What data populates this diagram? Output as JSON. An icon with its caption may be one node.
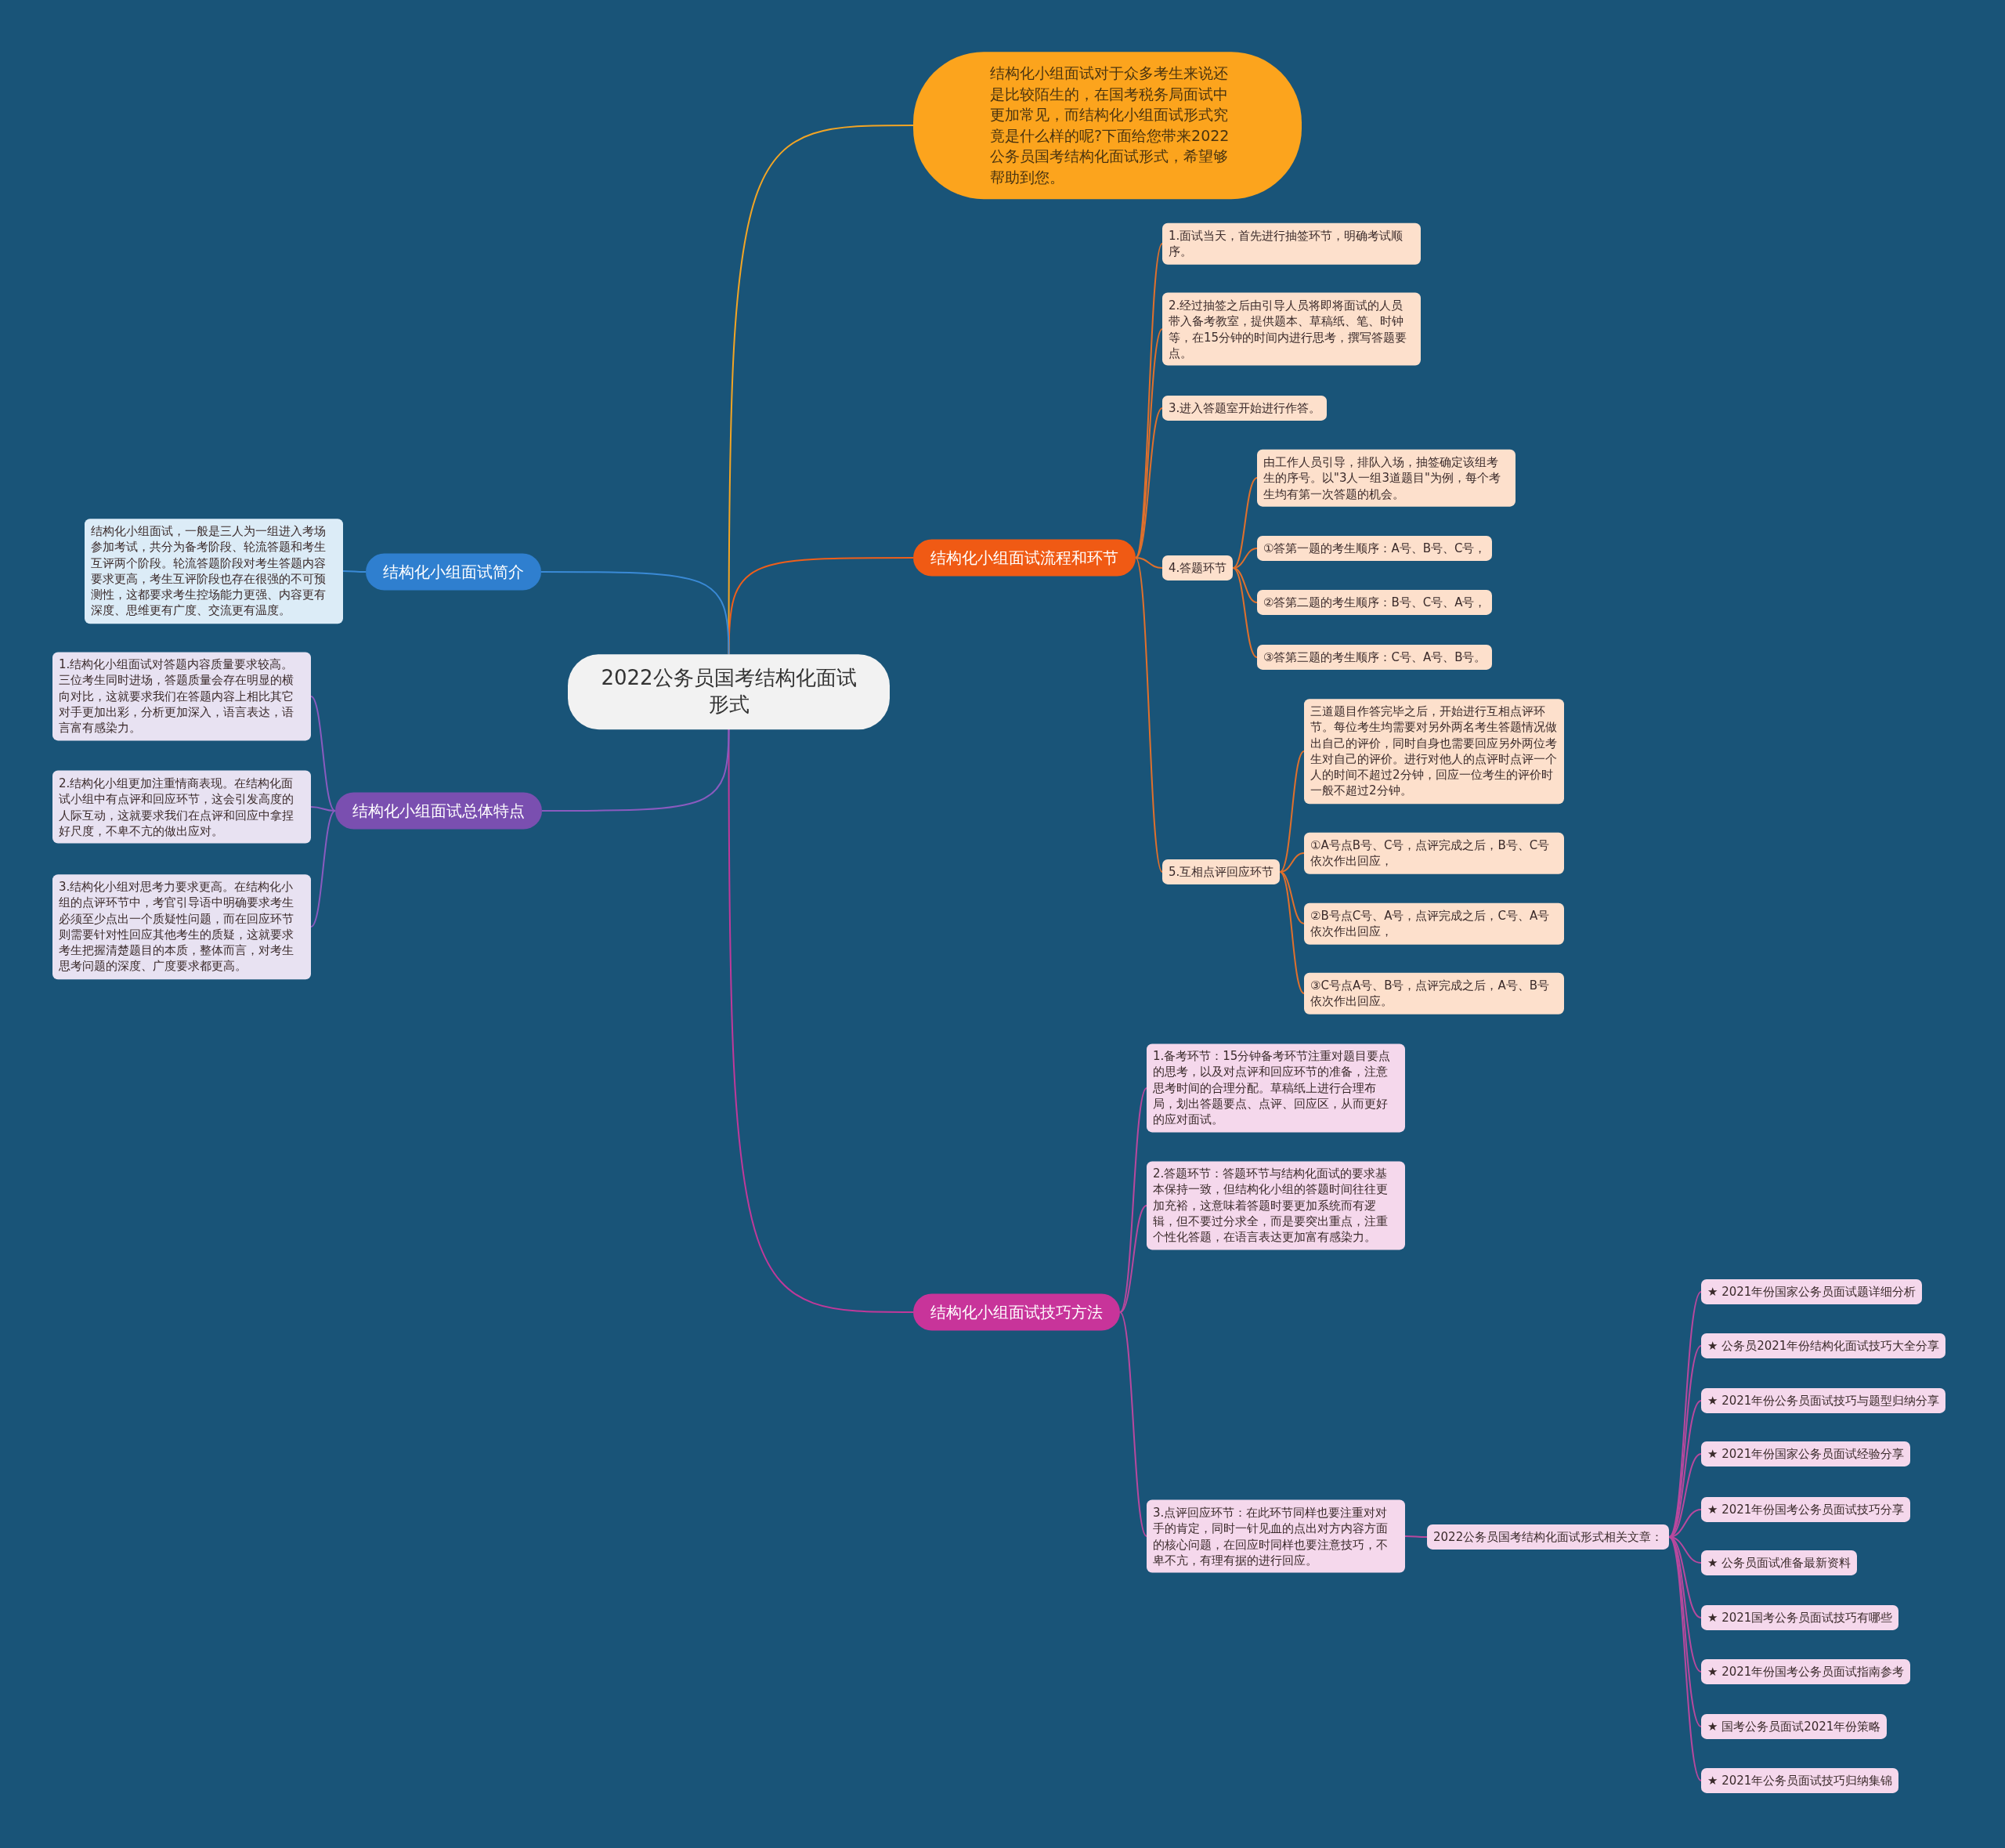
{
  "diagram": {
    "nodes": [
      {
        "text": [
          "2022公务员国考结构化面试形式"
        ]
      },
      {
        "text": [
          "结构化小组面试对于众多考生来说还是比较陌生的，在国考税务局面试中更加常见，而结构化小组面试形式究竟是什么样的呢?下面给您带来2022公务员国考结构化面试形式，希望够帮助到您。"
        ]
      },
      {
        "text": [
          "结构化小组面试流程和环节"
        ]
      },
      {
        "text": [
          "1.面试当天，首先进行抽签环节，明确考试顺序。"
        ]
      },
      {
        "text": [
          "2.经过抽签之后由引导人员将即将面试的人员带入备考教室，提供题本、草稿纸、笔、时钟等，在15分钟的时间内进行思考，撰写答题要点。"
        ]
      },
      {
        "text": [
          "3.进入答题室开始进行作答。"
        ]
      },
      {
        "text": [
          "4.答题环节"
        ]
      },
      {
        "text": [
          "由工作人员引导，排队入场，抽签确定该组考生的序号。以\"3人一组3道题目\"为例，每个考生均有第一次答题的机会。"
        ]
      },
      {
        "text": [
          "①答第一题的考生顺序：A号、B号、C号，"
        ]
      },
      {
        "text": [
          "②答第二题的考生顺序：B号、C号、A号，"
        ]
      },
      {
        "text": [
          "③答第三题的考生顺序：C号、A号、B号。"
        ]
      },
      {
        "text": [
          "5.互相点评回应环节"
        ]
      },
      {
        "text": [
          "三道题目作答完毕之后，开始进行互相点评环节。每位考生均需要对另外两名考生答题情况做出自己的评价，同时自身也需要回应另外两位考生对自己的评价。进行对他人的点评时点评一个人的时间不超过2分钟，回应一位考生的评价时一般不超过2分钟。"
        ]
      },
      {
        "text": [
          "①A号点B号、C号，点评完成之后，B号、C号依次作出回应，"
        ]
      },
      {
        "text": [
          "②B号点C号、A号，点评完成之后，C号、A号依次作出回应，"
        ]
      },
      {
        "text": [
          "③C号点A号、B号，点评完成之后，A号、B号依次作出回应。"
        ]
      },
      {
        "text": [
          "结构化小组面试技巧方法"
        ]
      },
      {
        "text": [
          "1.备考环节：15分钟备考环节注重对题目要点的思考，以及对点评和回应环节的准备，注意思考时间的合理分配。草稿纸上进行合理布局，划出答题要点、点评、回应区，从而更好的应对面试。"
        ]
      },
      {
        "text": [
          "2.答题环节：答题环节与结构化面试的要求基本保持一致，但结构化小组的答题时间往往更加充裕，这意味着答题时要更加系统而有逻辑，但不要过分求全，而是要突出重点，注重个性化答题，在语言表达更加富有感染力。"
        ]
      },
      {
        "text": [
          "3.点评回应环节：在此环节同样也要注重对对手的肯定，同时一针见血的点出对方内容方面的核心问题，在回应时同样也要注意技巧，不卑不亢，有理有据的进行回应。"
        ]
      },
      {
        "text": [
          "2022公务员国考结构化面试形式相关文章："
        ]
      },
      {
        "text": [
          "★ 2021年份国家公务员面试题详细分析"
        ]
      },
      {
        "text": [
          "★ 公务员2021年份结构化面试技巧大全分享"
        ]
      },
      {
        "text": [
          "★ 2021年份公务员面试技巧与题型归纳分享"
        ]
      },
      {
        "text": [
          "★ 2021年份国家公务员面试经验分享"
        ]
      },
      {
        "text": [
          "★ 2021年份国考公务员面试技巧分享"
        ]
      },
      {
        "text": [
          "★ 公务员面试准备最新资料"
        ]
      },
      {
        "text": [
          "★ 2021国考公务员面试技巧有哪些"
        ]
      },
      {
        "text": [
          "★ 2021年份国考公务员面试指南参考"
        ]
      },
      {
        "text": [
          "★ 国考公务员面试2021年份策略"
        ]
      },
      {
        "text": [
          "★ 2021年公务员面试技巧归纳集锦"
        ]
      },
      {
        "text": [
          "结构化小组面试简介"
        ]
      },
      {
        "text": [
          "结构化小组面试，一般是三人为一组进入考场参加考试，共分为备考阶段、轮流答题和考生互评两个阶段。轮流答题阶段对考生答题内容要求更高，考生互评阶段也存在很强的不可预测性，这都要求考生控场能力更强、内容更有深度、思维更有广度、交流更有温度。"
        ]
      },
      {
        "text": [
          "结构化小组面试总体特点"
        ]
      },
      {
        "text": [
          "1.结构化小组面试对答题内容质量要求较高。三位考生同时进场，答题质量会存在明显的横向对比，这就要求我们在答题内容上相比其它对手更加出彩，分析更加深入，语言表达，语言富有感染力。"
        ]
      },
      {
        "text": [
          "2.结构化小组更加注重情商表现。在结构化面试小组中有点评和回应环节，这会引发高度的人际互动，这就要求我们在点评和回应中拿捏好尺度，不卑不亢的做出应对。"
        ]
      },
      {
        "text": [
          "3.结构化小组对思考力要求更高。在结构化小组的点评环节中，考官引导语中明确要求考生必须至少点出一个质疑性问题，而在回应环节则需要针对性回应其他考生的质疑，这就要求考生把握清楚题目的本质，整体而言，对考生思考问题的深度、广度要求都更高。"
        ]
      }
    ],
    "edges": [
      {
        "from": 0,
        "to": 1,
        "arrow": "none",
        "color": "#f3a524"
      },
      {
        "from": 0,
        "to": 2,
        "arrow": "none",
        "color": "#f05f1a"
      },
      {
        "from": 2,
        "to": 3,
        "arrow": "none",
        "color": "#e0702c"
      },
      {
        "from": 2,
        "to": 4,
        "arrow": "none",
        "color": "#e0702c"
      },
      {
        "from": 2,
        "to": 5,
        "arrow": "none",
        "color": "#e0702c"
      },
      {
        "from": 2,
        "to": 6,
        "arrow": "none",
        "color": "#e0702c"
      },
      {
        "from": 6,
        "to": 7,
        "arrow": "none",
        "color": "#e0702c"
      },
      {
        "from": 6,
        "to": 8,
        "arrow": "none",
        "color": "#e0702c"
      },
      {
        "from": 6,
        "to": 9,
        "arrow": "none",
        "color": "#e0702c"
      },
      {
        "from": 6,
        "to": 10,
        "arrow": "none",
        "color": "#e0702c"
      },
      {
        "from": 2,
        "to": 11,
        "arrow": "none",
        "color": "#e0702c"
      },
      {
        "from": 11,
        "to": 12,
        "arrow": "none",
        "color": "#e0702c"
      },
      {
        "from": 11,
        "to": 13,
        "arrow": "none",
        "color": "#e0702c"
      },
      {
        "from": 11,
        "to": 14,
        "arrow": "none",
        "color": "#e0702c"
      },
      {
        "from": 11,
        "to": 15,
        "arrow": "none",
        "color": "#e0702c"
      },
      {
        "from": 0,
        "to": 16,
        "arrow": "none",
        "color": "#c0399a"
      },
      {
        "from": 16,
        "to": 17,
        "arrow": "none",
        "color": "#b8489e"
      },
      {
        "from": 16,
        "to": 18,
        "arrow": "none",
        "color": "#b8489e"
      },
      {
        "from": 16,
        "to": 19,
        "arrow": "none",
        "color": "#b8489e"
      },
      {
        "from": 19,
        "to": 20,
        "arrow": "none",
        "color": "#b8489e"
      },
      {
        "from": 20,
        "to": 21,
        "arrow": "none",
        "color": "#b8489e"
      },
      {
        "from": 20,
        "to": 22,
        "arrow": "none",
        "color": "#b8489e"
      },
      {
        "from": 20,
        "to": 23,
        "arrow": "none",
        "color": "#b8489e"
      },
      {
        "from": 20,
        "to": 24,
        "arrow": "none",
        "color": "#b8489e"
      },
      {
        "from": 20,
        "to": 25,
        "arrow": "none",
        "color": "#b8489e"
      },
      {
        "from": 20,
        "to": 26,
        "arrow": "none",
        "color": "#b8489e"
      },
      {
        "from": 20,
        "to": 27,
        "arrow": "none",
        "color": "#b8489e"
      },
      {
        "from": 20,
        "to": 28,
        "arrow": "none",
        "color": "#b8489e"
      },
      {
        "from": 20,
        "to": 29,
        "arrow": "none",
        "color": "#b8489e"
      },
      {
        "from": 20,
        "to": 30,
        "arrow": "none",
        "color": "#b8489e"
      },
      {
        "from": 0,
        "to": 31,
        "arrow": "none",
        "color": "#3a8ad6"
      },
      {
        "from": 31,
        "to": 32,
        "arrow": "none",
        "color": "#3a8ad6"
      },
      {
        "from": 0,
        "to": 33,
        "arrow": "none",
        "color": "#8a5bbf"
      },
      {
        "from": 33,
        "to": 34,
        "arrow": "none",
        "color": "#8a5bbf"
      },
      {
        "from": 33,
        "to": 35,
        "arrow": "none",
        "color": "#8a5bbf"
      },
      {
        "from": 33,
        "to": 36,
        "arrow": "none",
        "color": "#8a5bbf"
      }
    ]
  }
}
